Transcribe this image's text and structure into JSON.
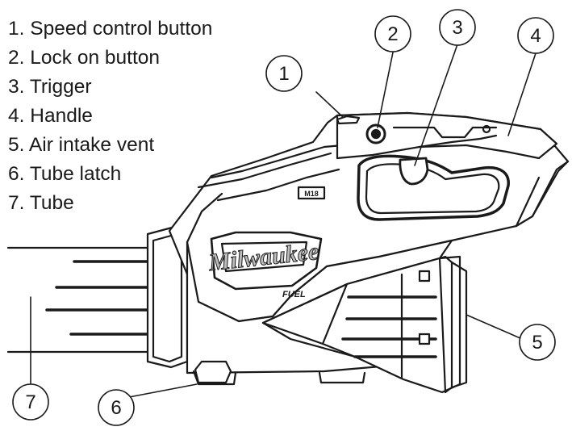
{
  "legend": [
    {
      "number": "1",
      "label": "Speed control button"
    },
    {
      "number": "2",
      "label": "Lock on button"
    },
    {
      "number": "3",
      "label": "Trigger"
    },
    {
      "number": "4",
      "label": "Handle"
    },
    {
      "number": "5",
      "label": "Air intake vent"
    },
    {
      "number": "6",
      "label": "Tube latch"
    },
    {
      "number": "7",
      "label": "Tube"
    }
  ],
  "callouts": {
    "c1": "1",
    "c2": "2",
    "c3": "3",
    "c4": "4",
    "c5": "5",
    "c6": "6",
    "c7": "7"
  },
  "brand": {
    "logo": "Milwaukee",
    "sublogo": "FUEL",
    "badge": "M18"
  },
  "colors": {
    "ink": "#1a1a1a",
    "body": "#ffffff",
    "logo_fill": "#bdbdbd"
  }
}
